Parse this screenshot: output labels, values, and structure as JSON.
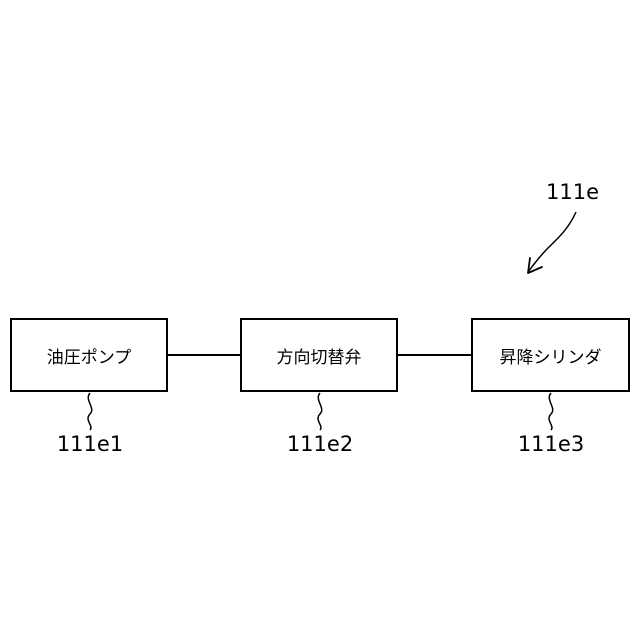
{
  "system": {
    "ref": "111e"
  },
  "blocks": [
    {
      "label": "油圧ポンプ",
      "ref": "111e1"
    },
    {
      "label": "方向切替弁",
      "ref": "111e2"
    },
    {
      "label": "昇降シリンダ",
      "ref": "111e3"
    }
  ]
}
